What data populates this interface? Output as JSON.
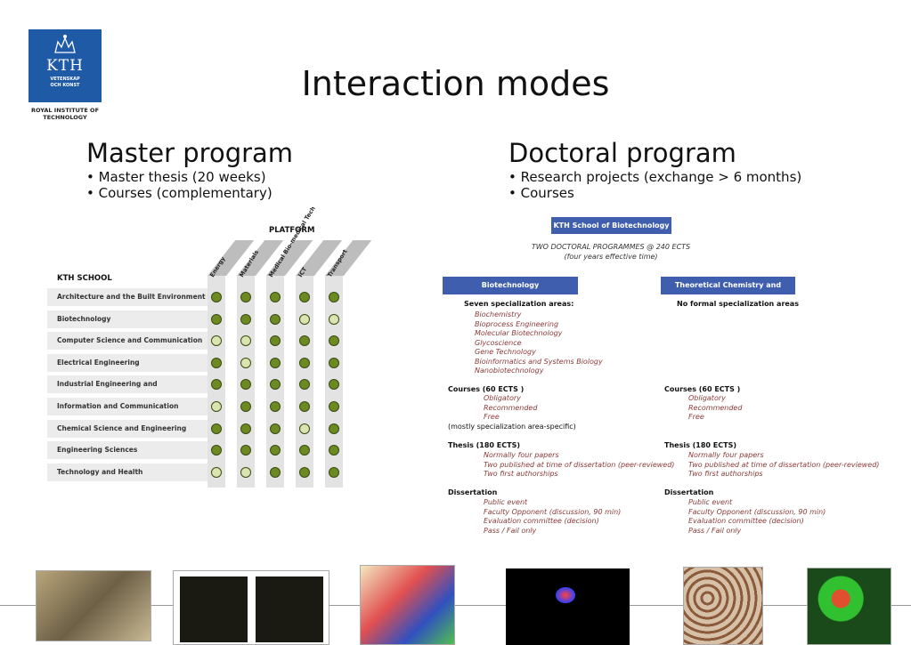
{
  "logo": {
    "name": "KTH",
    "line1": "VETENSKAP",
    "line2": "OCH KONST",
    "sub": "ROYAL INSTITUTE OF TECHNOLOGY"
  },
  "title": "Interaction modes",
  "master": {
    "heading": "Master program",
    "bullets": [
      "• Master thesis (20 weeks)",
      "• Courses (complementary)"
    ]
  },
  "doctoral": {
    "heading": "Doctoral program",
    "bullets": [
      "• Research projects (exchange > 6 months)",
      "• Courses"
    ]
  },
  "matrix": {
    "platform_label": "PLATFORM",
    "school_label": "KTH SCHOOL",
    "columns": [
      "Energy",
      "Materials",
      "Medical Bio-medical Tech",
      "ICT",
      "Transport"
    ],
    "rows": [
      {
        "label": "Architecture and the Built Environment",
        "levels": [
          1,
          1,
          1,
          1,
          1
        ]
      },
      {
        "label": "Biotechnology",
        "levels": [
          1,
          1,
          1,
          0,
          0
        ]
      },
      {
        "label": "Computer Science and Communication",
        "levels": [
          0,
          0,
          1,
          1,
          1
        ]
      },
      {
        "label": "Electrical Engineering",
        "levels": [
          1,
          0,
          1,
          1,
          1
        ]
      },
      {
        "label": "Industrial Engineering and Management",
        "levels": [
          1,
          1,
          1,
          1,
          1
        ]
      },
      {
        "label": "Information and Communication Technology",
        "levels": [
          0,
          1,
          1,
          1,
          1
        ]
      },
      {
        "label": "Chemical Science and Engineering",
        "levels": [
          1,
          1,
          1,
          0,
          1
        ]
      },
      {
        "label": "Engineering Sciences",
        "levels": [
          1,
          1,
          1,
          1,
          1
        ]
      },
      {
        "label": "Technology and Health",
        "levels": [
          0,
          0,
          1,
          1,
          1
        ]
      }
    ],
    "colors": {
      "strong": "#6b8a22",
      "weak": "#d9e4b0"
    }
  },
  "doc_chart": {
    "school": "KTH School of Biotechnology",
    "subtitle1": "TWO DOCTORAL PROGRAMMES @ 240 ECTS",
    "subtitle2": "(four years effective time)",
    "left": {
      "name": "Biotechnology",
      "spec_title": "Seven specialization areas:",
      "spec_items": [
        "Biochemistry",
        "Bioprocess Engineering",
        "Molecular Biotechnology",
        "Glycoscience",
        "Gene Technology",
        "Bioinformatics and Systems Biology",
        "Nanobiotechnology"
      ],
      "courses_title": "Courses (60 ECTS )",
      "courses_items": [
        "Obligatory",
        "Recommended",
        "Free"
      ],
      "courses_note": "(mostly specialization area-specific)",
      "thesis_title": "Thesis (180 ECTS)",
      "thesis_items": [
        "Normally four papers",
        "Two published at time of dissertation (peer-reviewed)",
        "Two first authorships"
      ],
      "diss_title": "Dissertation",
      "diss_items": [
        "Public event",
        "Faculty Opponent (discussion, 90 min)",
        "Evaluation committee (decision)",
        "Pass / Fail only"
      ]
    },
    "right": {
      "name": "Theoretical Chemistry and Biology",
      "spec_title": "No formal specialization areas",
      "courses_title": "Courses (60 ECTS )",
      "courses_items": [
        "Obligatory",
        "Recommended",
        "Free"
      ],
      "thesis_title": "Thesis (180 ECTS)",
      "thesis_items": [
        "Normally four papers",
        "Two published at time of dissertation (peer-reviewed)",
        "Two first authorships"
      ],
      "diss_title": "Dissertation",
      "diss_items": [
        "Public event",
        "Faculty Opponent (discussion, 90 min)",
        "Evaluation committee (decision)",
        "Pass / Fail only"
      ]
    },
    "colors": {
      "box": "#3f5fae",
      "italic": "#8b3a3a"
    }
  }
}
